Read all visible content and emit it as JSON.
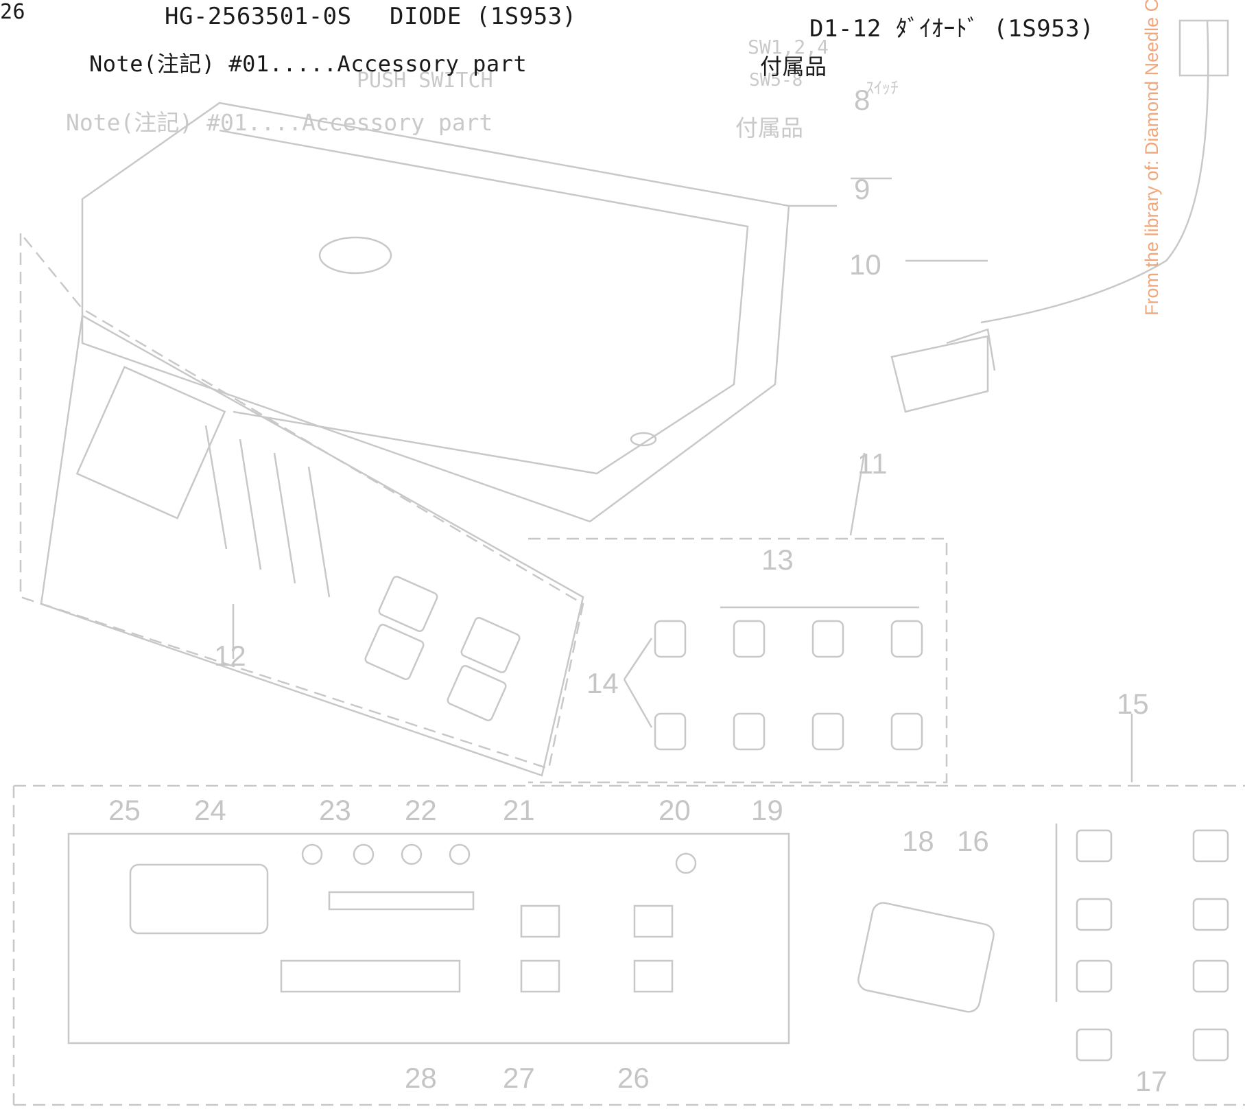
{
  "header": {
    "line_no": "26",
    "part_no": "HG-2563501-0S",
    "part_desc": "DIODE (1S953)",
    "ref_jp": "D1-12 ﾀﾞｲｵｰﾄﾞ (1S953)"
  },
  "note": {
    "english": "Note(注記) #01.....Accessory part",
    "japanese": "付属品"
  },
  "bleed_through": {
    "note_english": "Note(注記) #01....Accessory part",
    "note_japanese": "付属品",
    "row_a": "PUSH SWITCH",
    "row_b": "SW1,2,4",
    "row_c": "SW5-8",
    "row_d": "ｽｲｯﾁ"
  },
  "watermark": "From the library of: Diamond Needle C",
  "callouts": [
    "8",
    "9",
    "10",
    "11",
    "12",
    "13",
    "14",
    "15",
    "16",
    "17",
    "18",
    "19",
    "20",
    "21",
    "22",
    "23",
    "24",
    "25",
    "26",
    "27",
    "28"
  ]
}
